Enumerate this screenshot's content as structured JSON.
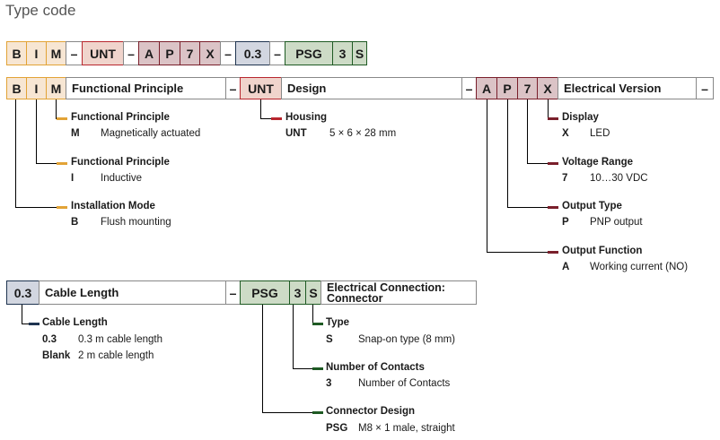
{
  "title": "Type code",
  "colors": {
    "functional": "#e2a336",
    "design": "#b8262e",
    "electrical": "#7a1f2b",
    "cable": "#1f3450",
    "connector": "#1e5a23"
  },
  "code_row": [
    "B",
    "I",
    "M",
    "–",
    "UNT",
    "–",
    "A",
    "P",
    "7",
    "X",
    "–",
    "0.3",
    "–",
    "PSG",
    "3",
    "S"
  ],
  "groups": {
    "functional": {
      "codes": [
        "B",
        "I",
        "M"
      ],
      "heading": "Functional Principle",
      "dash": "–",
      "items": [
        {
          "title": "Functional Principle",
          "code": "M",
          "desc": "Magnetically actuated"
        },
        {
          "title": "Functional Principle",
          "code": "I",
          "desc": "Inductive"
        },
        {
          "title": "Installation Mode",
          "code": "B",
          "desc": "Flush mounting"
        }
      ]
    },
    "design": {
      "codes": [
        "UNT"
      ],
      "heading": "Design",
      "dash": "–",
      "items": [
        {
          "title": "Housing",
          "code": "UNT",
          "desc": "5 × 6 × 28 mm"
        }
      ]
    },
    "electrical": {
      "codes": [
        "A",
        "P",
        "7",
        "X"
      ],
      "heading": "Electrical Version",
      "dash": "–",
      "items": [
        {
          "title": "Display",
          "code": "X",
          "desc": "LED"
        },
        {
          "title": "Voltage Range",
          "code": "7",
          "desc": "10…30 VDC"
        },
        {
          "title": "Output Type",
          "code": "P",
          "desc": "PNP output"
        },
        {
          "title": "Output Function",
          "code": "A",
          "desc": "Working current (NO)"
        }
      ]
    },
    "cable": {
      "codes": [
        "0.3"
      ],
      "heading": "Cable Length",
      "dash": "–",
      "items": [
        {
          "title": "Cable Length",
          "rows": [
            {
              "code": "0.3",
              "desc": "0.3 m cable length"
            },
            {
              "code": "Blank",
              "desc": "2 m cable length"
            }
          ]
        }
      ]
    },
    "connector": {
      "codes": [
        "PSG",
        "3",
        "S"
      ],
      "heading_line1": "Electrical Connection:",
      "heading_line2": "Connector",
      "items": [
        {
          "title": "Type",
          "code": "S",
          "desc": "Snap-on type (8 mm)"
        },
        {
          "title": "Number of Contacts",
          "code": "3",
          "desc": "Number of Contacts"
        },
        {
          "title": "Connector Design",
          "code": "PSG",
          "desc": "M8 × 1 male, straight"
        }
      ]
    }
  }
}
